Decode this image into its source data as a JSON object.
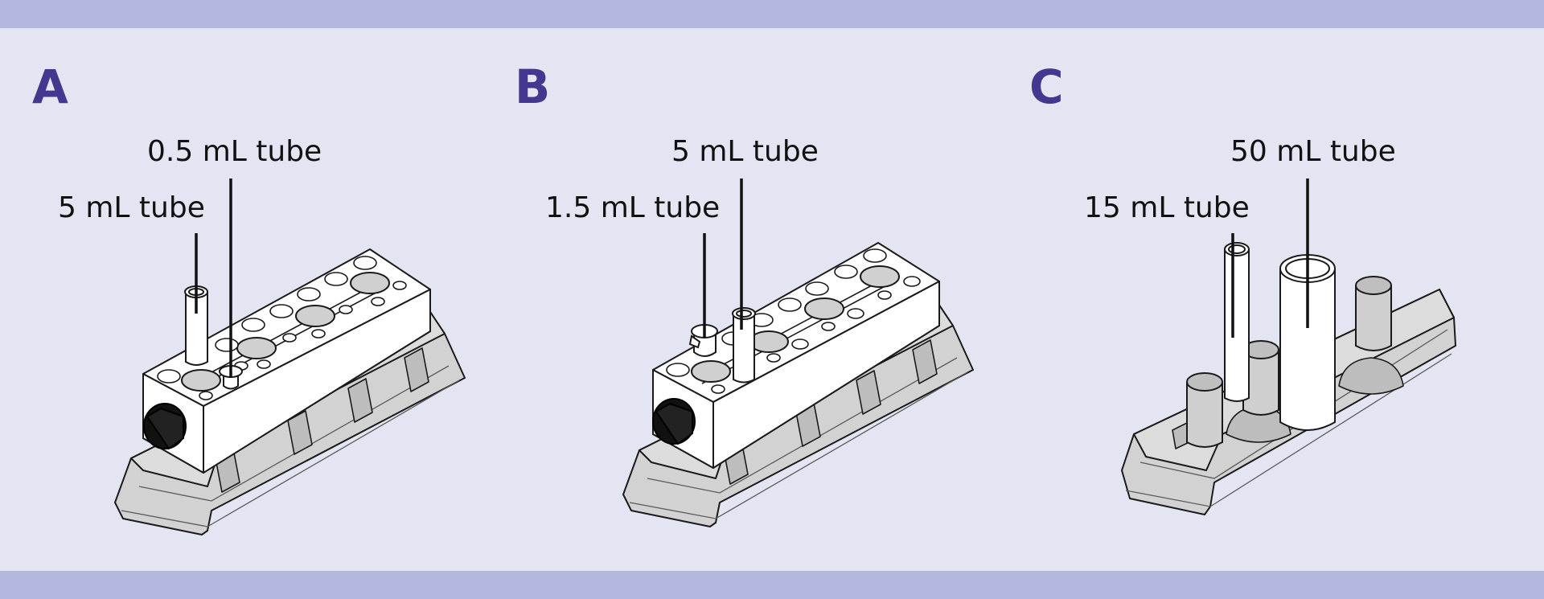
{
  "panels": [
    {
      "letter": "A",
      "callouts": [
        "0.5 mL tube",
        "5 mL tube"
      ]
    },
    {
      "letter": "B",
      "callouts": [
        "5 mL tube",
        "1.5 mL tube"
      ]
    },
    {
      "letter": "C",
      "callouts": [
        "50 mL tube",
        "15 mL tube"
      ]
    }
  ],
  "colors": {
    "band": "#b3b9de",
    "background": "#e3e5f2",
    "panel_letter": "#42388f",
    "rack_base": "#d2d2d2",
    "block": "#ffffff",
    "knob": "#111111"
  }
}
